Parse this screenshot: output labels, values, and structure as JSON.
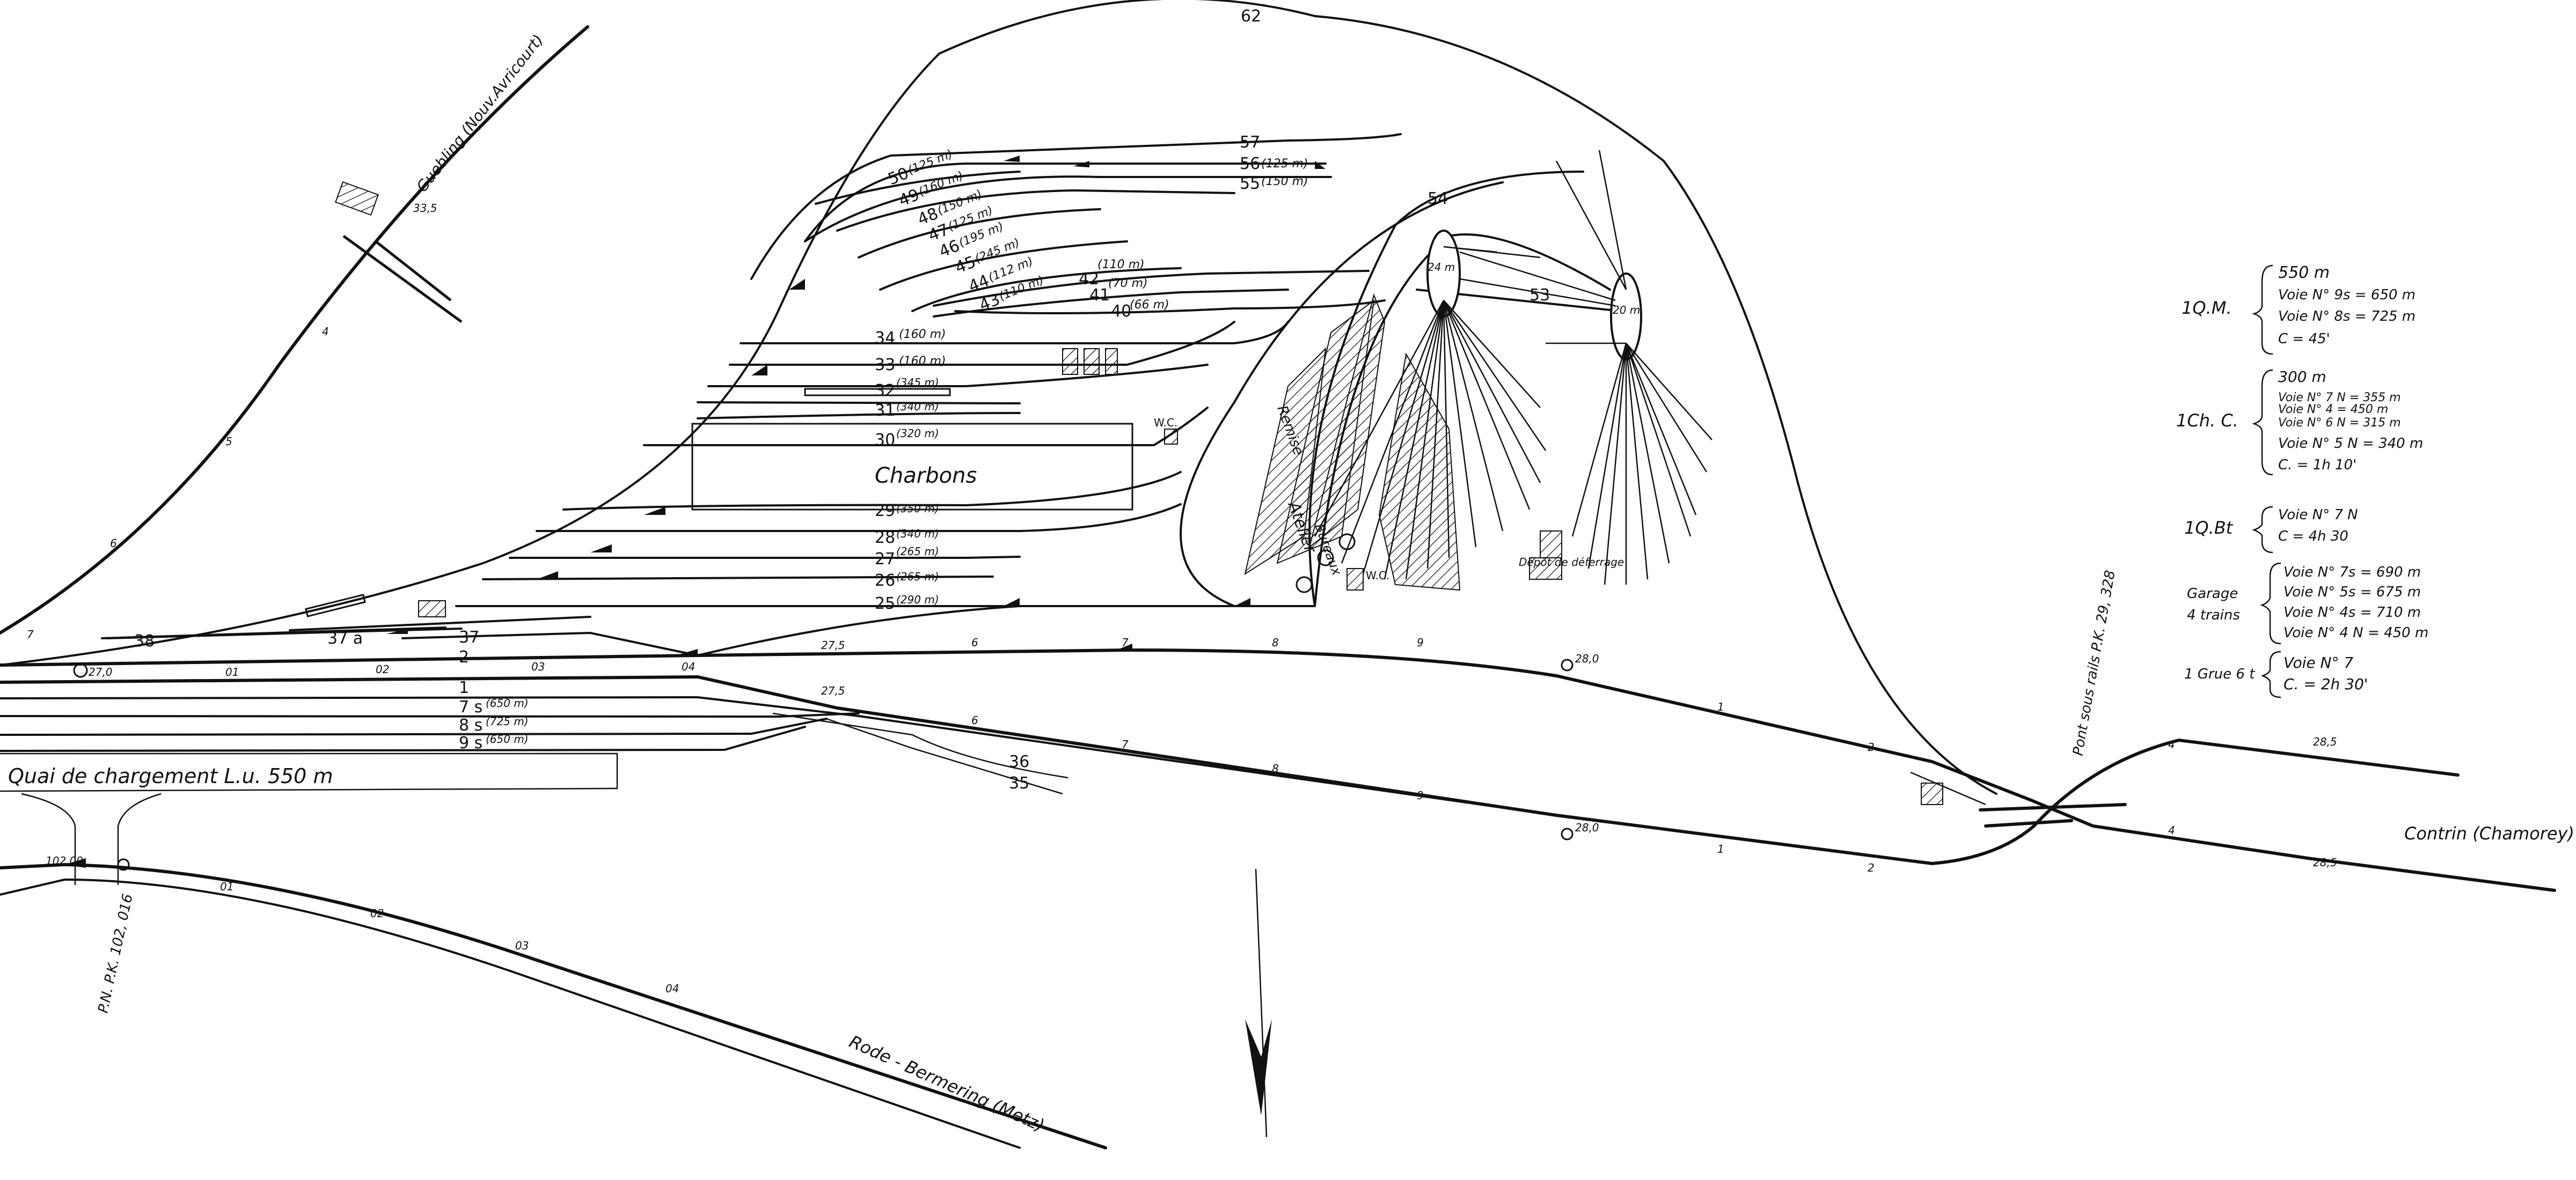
{
  "tracks": {
    "t62": "62",
    "t57": "57",
    "t56": "56",
    "t56_len": "(125 m)",
    "t55": "55",
    "t55_len": "(150 m)",
    "t54": "54",
    "t53": "53",
    "t50": "50",
    "t50_len": "(125 m)",
    "t49": "49",
    "t49_len": "(160 m)",
    "t48": "48",
    "t48_len": "(150 m)",
    "t47": "47",
    "t47_len": "(125 m)",
    "t46": "46",
    "t46_len": "(195 m)",
    "t45": "45",
    "t45_len": "(245 m)",
    "t44": "44",
    "t44_len": "(112 m)",
    "t43": "43",
    "t43_len": "(110 m)",
    "t42": "42",
    "t42_len": "(110 m)",
    "t41": "41",
    "t41_len": "(70 m)",
    "t40": "40",
    "t40_len": "(66 m)",
    "t34": "34",
    "t34_len": "(160 m)",
    "t33": "33",
    "t33_len": "(160 m)",
    "t32": "32",
    "t32_len": "(345 m)",
    "t31": "31",
    "t31_len": "(340 m)",
    "t30": "30",
    "t30_len": "(320 m)",
    "t29": "29",
    "t29_len": "(350 m)",
    "t28": "28",
    "t28_len": "(340 m)",
    "t27": "27",
    "t27_len": "(265 m)",
    "t26": "26",
    "t26_len": "(265 m)",
    "t25": "25",
    "t25_len": "(290 m)",
    "t38": "38",
    "t37a": "37 a",
    "t37": "37",
    "t2": "2",
    "t1": "1",
    "t7s": "7 s",
    "t7s_len": "(650 m)",
    "t8s": "8 s",
    "t8s_len": "(725 m)",
    "t9s": "9 s",
    "t9s_len": "(650 m)",
    "t36": "36",
    "t35": "35"
  },
  "labels": {
    "charbons": "Charbons",
    "quai": "Quai de chargement  L.u. 550 m",
    "gueblang": "Guebling (Nouv.Avricourt)",
    "contrin": "Contrin (Chamorey)",
    "rode": "Rode - Bermering (Metz)",
    "pn": "P.N. P.K. 102, 016",
    "pont": "Pont sous rails P.K. 29, 328",
    "wc1": "W.C.",
    "wc2": "W.C.",
    "atelier": "Atelier",
    "remise": "Remise",
    "bureaux": "Bureaux",
    "depot": "Dépôt de déferrage",
    "turntable1": "24 m",
    "turntable2": "20 m"
  },
  "km": {
    "k27": "27,0",
    "k01": "01",
    "k02": "02",
    "k03": "03",
    "k04": "04",
    "k275": "27,5",
    "k6": "6",
    "k7": "7",
    "k8": "8",
    "k9": "9",
    "k280": "28,0",
    "k1": "1",
    "k2": "2",
    "k285": "28,5",
    "k4": "4",
    "kbot01": "01",
    "kbot02": "02",
    "kbot03": "03",
    "kbot04": "04",
    "k1020": "102,00",
    "g335": "33,5",
    "g4": "4",
    "g5": "5",
    "g6": "6",
    "g7": "7",
    "k275b": "27,5",
    "k6b": "6",
    "k7b": "7",
    "k8b": "8",
    "k9b": "9",
    "k280b": "28,0",
    "k1b": "1",
    "k2b": "2",
    "k285b": "28,5",
    "k4b": "4"
  },
  "legend": {
    "qm": {
      "name": "1Q.M.",
      "lines": [
        "550 m",
        "Voie N° 9s = 650 m",
        "Voie N° 8s = 725 m",
        "C = 45'"
      ]
    },
    "chc": {
      "name": "1Ch. C.",
      "lines": [
        "300 m",
        "Voie N° 7 N = 355 m",
        "Voie N° 4 = 450 m",
        "Voie N° 6 N = 315 m",
        "Voie N° 5 N = 340 m",
        "C. = 1h 10'"
      ]
    },
    "qb": {
      "name": "1Q.Bt",
      "lines": [
        "Voie N° 7 N",
        "C = 4h 30"
      ]
    },
    "garage": {
      "name1": "Garage",
      "name2": "4 trains",
      "lines": [
        "Voie N° 7s = 690 m",
        "Voie N° 5s = 675 m",
        "Voie N° 4s = 710 m",
        "Voie N° 4 N = 450 m"
      ]
    },
    "grue": {
      "name": "1 Grue 6 t",
      "lines": [
        "Voie N° 7",
        "C. = 2h 30'"
      ]
    }
  }
}
